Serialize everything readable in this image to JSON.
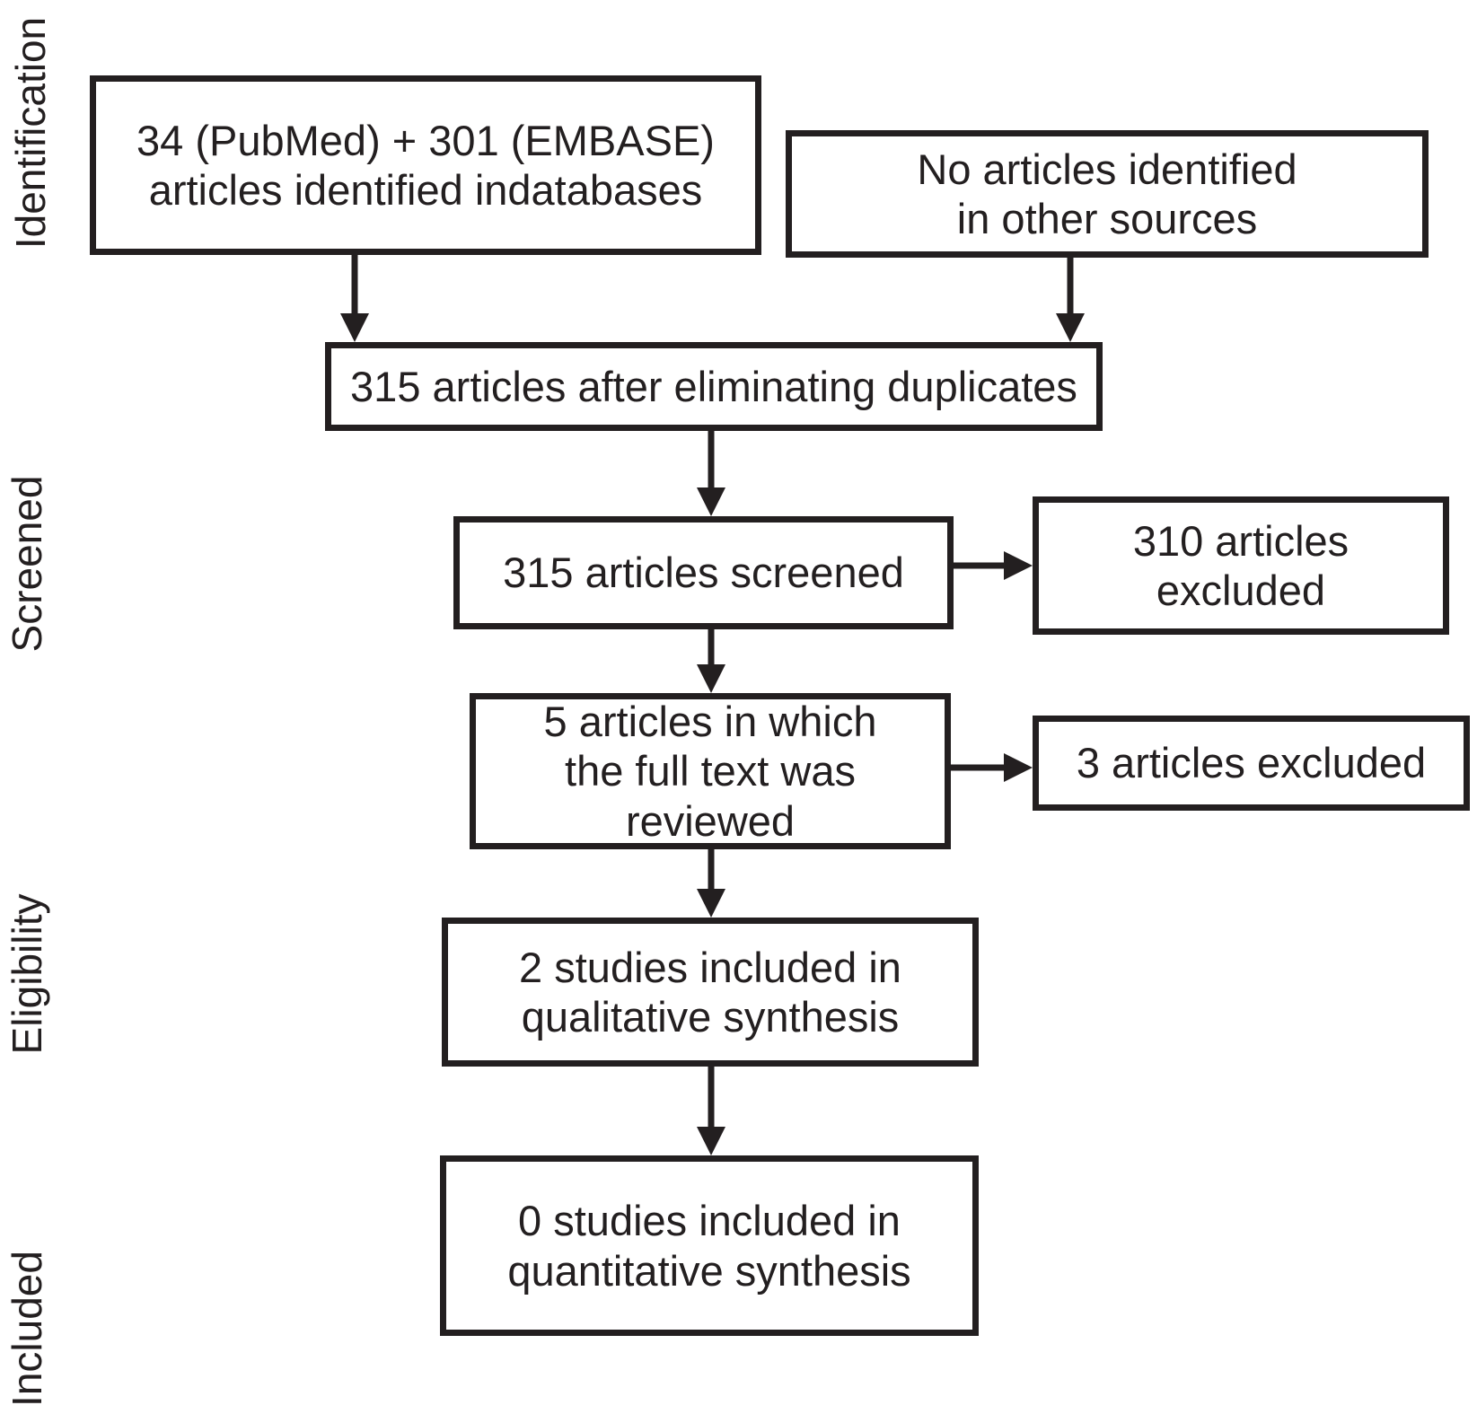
{
  "diagram": {
    "type": "prisma-flowchart",
    "stages": {
      "identification": "Identification",
      "screened": "Screened",
      "eligibility": "Eligibility",
      "included": "Included"
    },
    "boxes": {
      "databases": {
        "line1": "34 (PubMed) + 301 (EMBASE)",
        "line2": "articles identified indatabases"
      },
      "other_sources": {
        "line1": "No articles identified",
        "line2": "in other sources"
      },
      "duplicates": {
        "line1": "315 articles after eliminating duplicates"
      },
      "screened": {
        "line1": "315 articles screened"
      },
      "excluded_screening": {
        "line1": "310 articles",
        "line2": "excluded"
      },
      "full_text": {
        "line1": "5 articles in which",
        "line2": "the full text was",
        "line3": "reviewed"
      },
      "excluded_full_text": {
        "line1": "3 articles excluded"
      },
      "qualitative": {
        "line1": "2 studies included in",
        "line2": "qualitative synthesis"
      },
      "quantitative": {
        "line1": "0 studies included in",
        "line2": "quantitative synthesis"
      }
    },
    "colors": {
      "ink": "#231f20",
      "background": "#ffffff"
    }
  }
}
